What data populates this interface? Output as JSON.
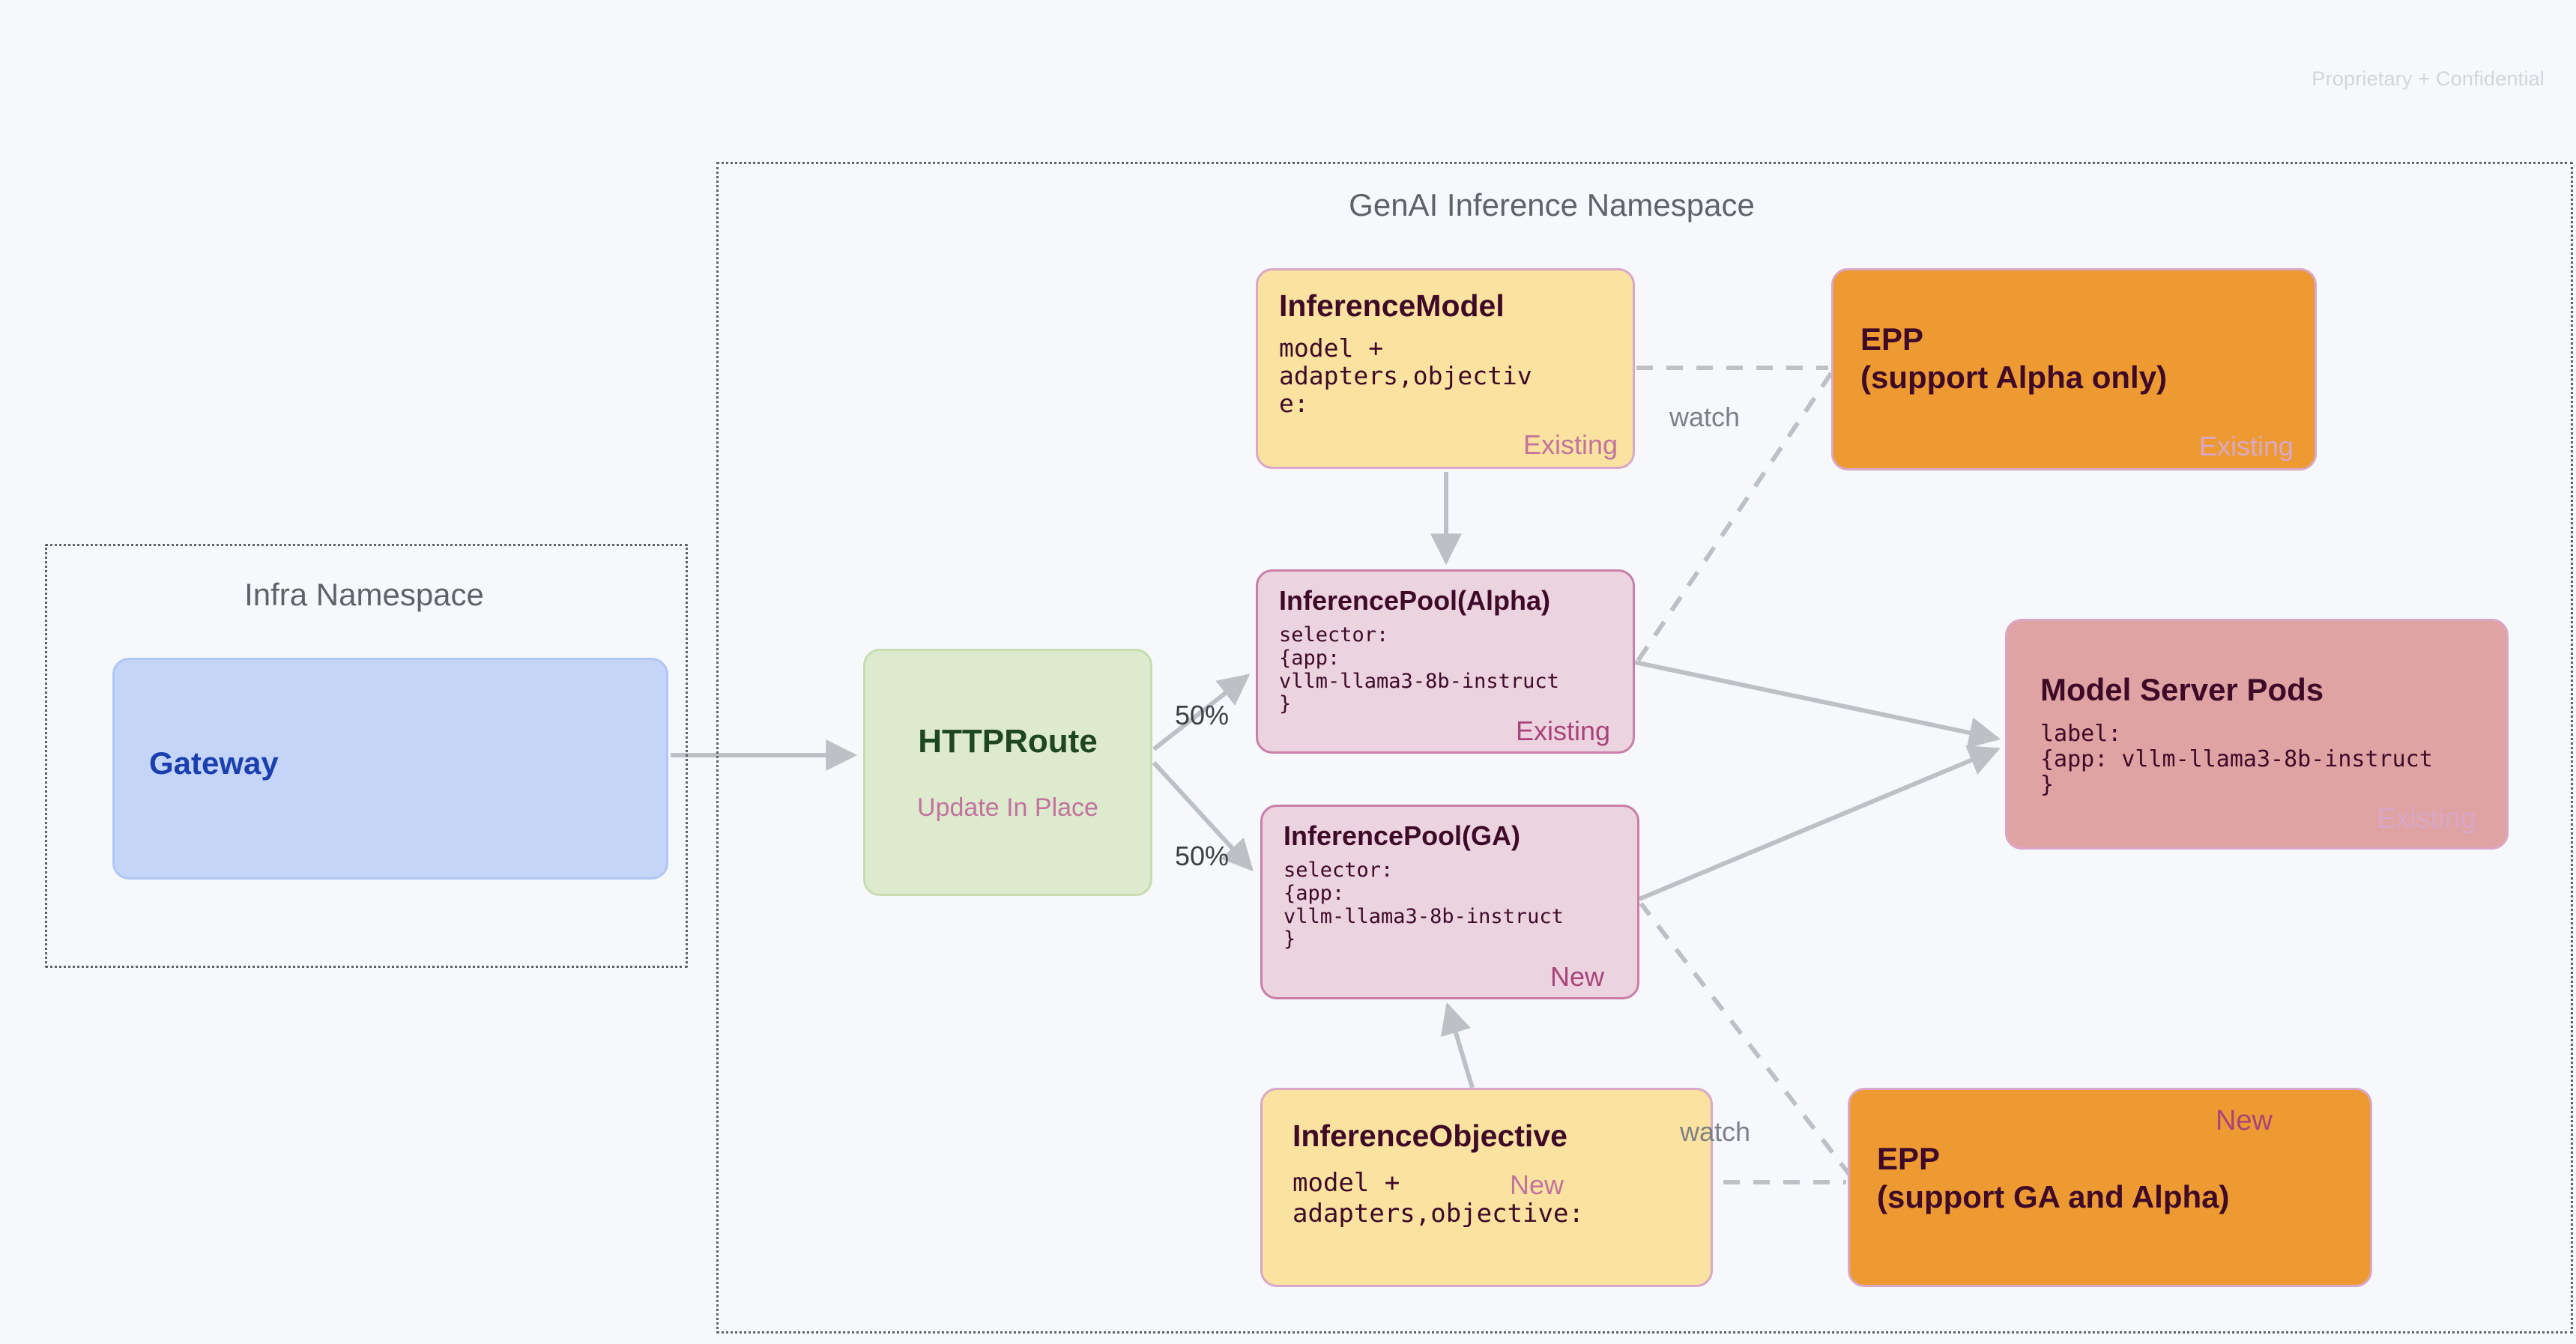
{
  "page": {
    "watermark": "Proprietary + Confidential",
    "background_color": "#F7F8FB"
  },
  "namespaces": [
    {
      "id": "infra",
      "title": "Infra Namespace"
    },
    {
      "id": "genai",
      "title": "GenAI Inference Namespace"
    }
  ],
  "nodes": {
    "gateway": {
      "title": "Gateway",
      "fill": "#C5D5F8",
      "text_color": "#1B3FAE"
    },
    "httproute": {
      "title": "HTTPRoute",
      "subtitle": "Update In Place",
      "fill": "#DDEACE",
      "text_color": "#1E4620",
      "subtitle_color": "#C2739E"
    },
    "inference_model": {
      "title": "InferenceModel",
      "body": "model +\nadapters,objectiv\ne:",
      "tag": "Existing",
      "fill": "#FAE2A0",
      "tag_color": "#C2739E"
    },
    "inference_pool_alpha": {
      "title": "InferencePool(Alpha)",
      "body": "selector:\n{app:\nvllm-llama3-8b-instruct\n}",
      "tag": "Existing",
      "fill": "#EBD3E0",
      "tag_color": "#A8447A"
    },
    "inference_pool_ga": {
      "title": "InferencePool(GA)",
      "body": "selector:\n{app:\nvllm-llama3-8b-instruct\n}",
      "tag": "New",
      "fill": "#EBD3E0",
      "tag_color": "#A8447A"
    },
    "inference_objective": {
      "title": "InferenceObjective",
      "body": "model +\nadapters,objective:",
      "tag": "New",
      "fill": "#FAE2A0",
      "tag_color": "#C2739E"
    },
    "epp_alpha": {
      "title": "EPP\n(support Alpha only)",
      "tag": "Existing",
      "fill": "#EE9A33",
      "tag_color": "#D9A7C7"
    },
    "epp_ga": {
      "title": "EPP\n(support GA and Alpha)",
      "tag": "New",
      "fill": "#EE9A33",
      "tag_color": "#A8447A"
    },
    "model_server_pods": {
      "title": "Model Server Pods",
      "body": "label:\n{app: vllm-llama3-8b-instruct\n}",
      "tag": "Existing",
      "fill": "#DFA3A3",
      "tag_color": "#D9A7C7"
    }
  },
  "edges": {
    "split_top_label": "50%",
    "split_bottom_label": "50%",
    "watch_top_label": "watch",
    "watch_bottom_label": "watch"
  }
}
